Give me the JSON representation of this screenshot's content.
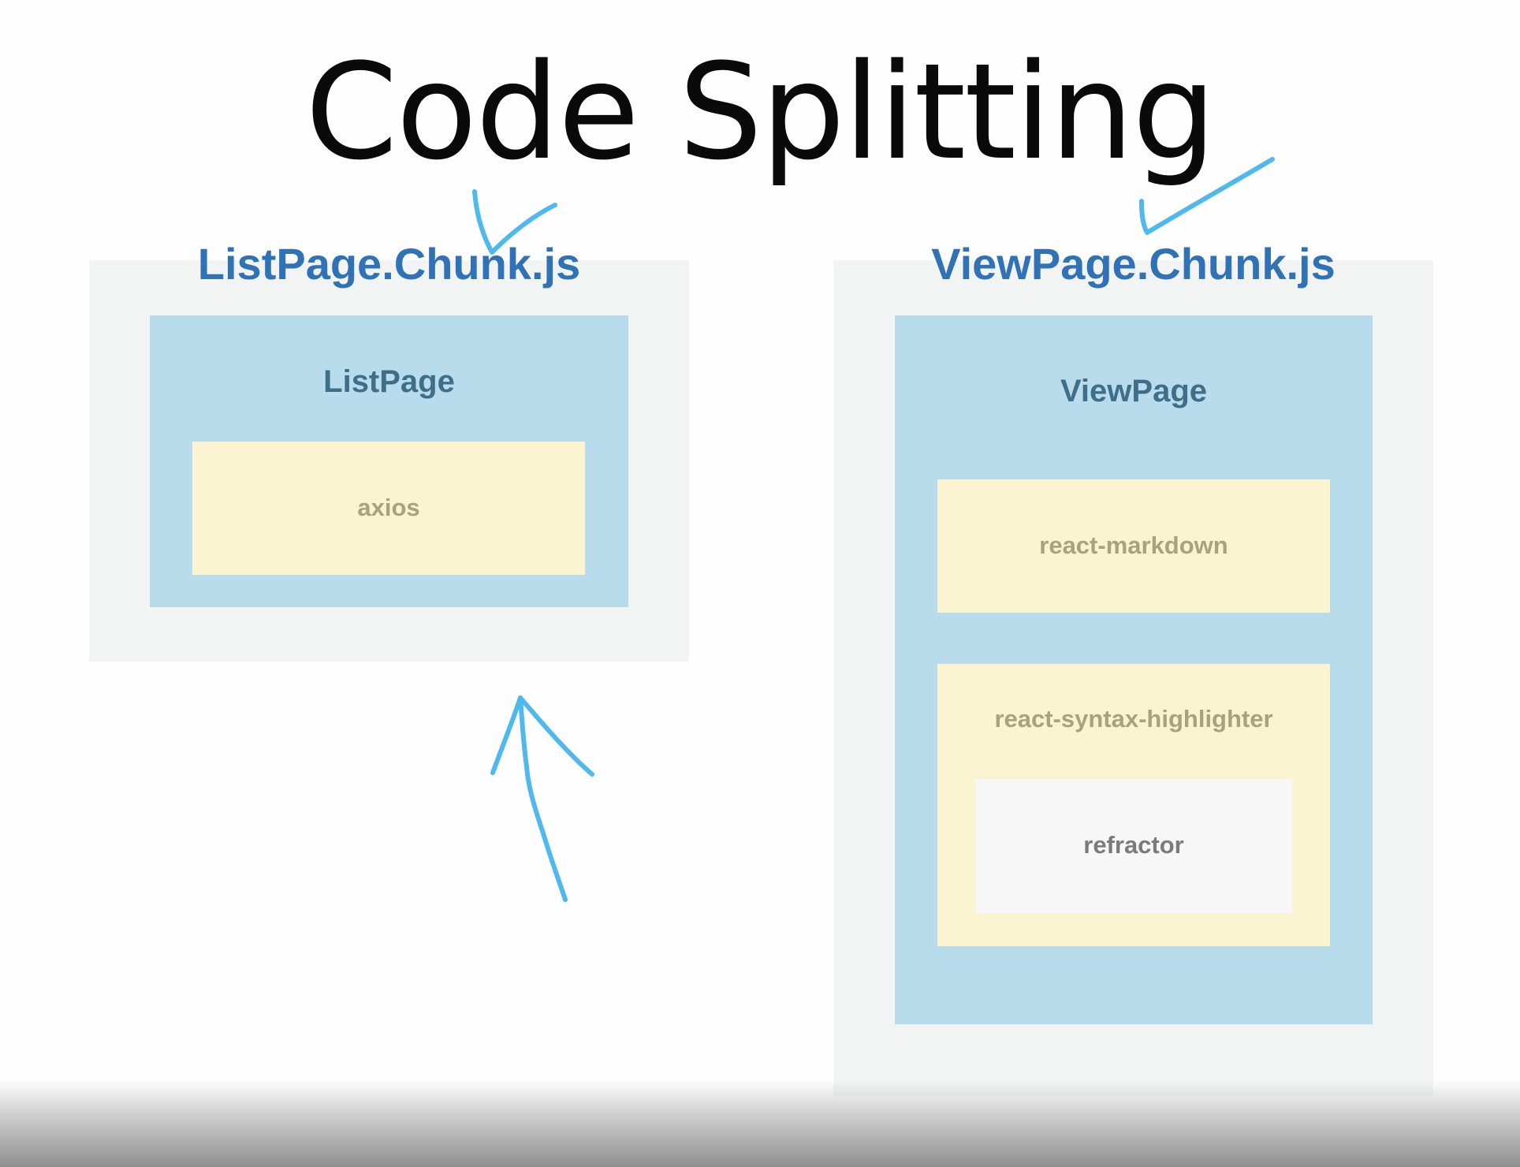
{
  "title": "Code Splitting",
  "colors": {
    "chunk_label": "#2f72b6",
    "page_box": "#b8dcec",
    "library_box": "#faf4d3",
    "annotation_ink": "#4fb8ec"
  },
  "list_chunk": {
    "file_name": "ListPage.Chunk.js",
    "page": "ListPage",
    "libraries": [
      "axios"
    ]
  },
  "view_chunk": {
    "file_name": "ViewPage.Chunk.js",
    "page": "ViewPage",
    "libraries": [
      "react-markdown",
      "react-syntax-highlighter"
    ],
    "nested_dependency": "refractor"
  },
  "annotations": {
    "checkmarks": [
      "list-chunk-check",
      "view-chunk-check"
    ],
    "arrow": "up-arrow"
  }
}
